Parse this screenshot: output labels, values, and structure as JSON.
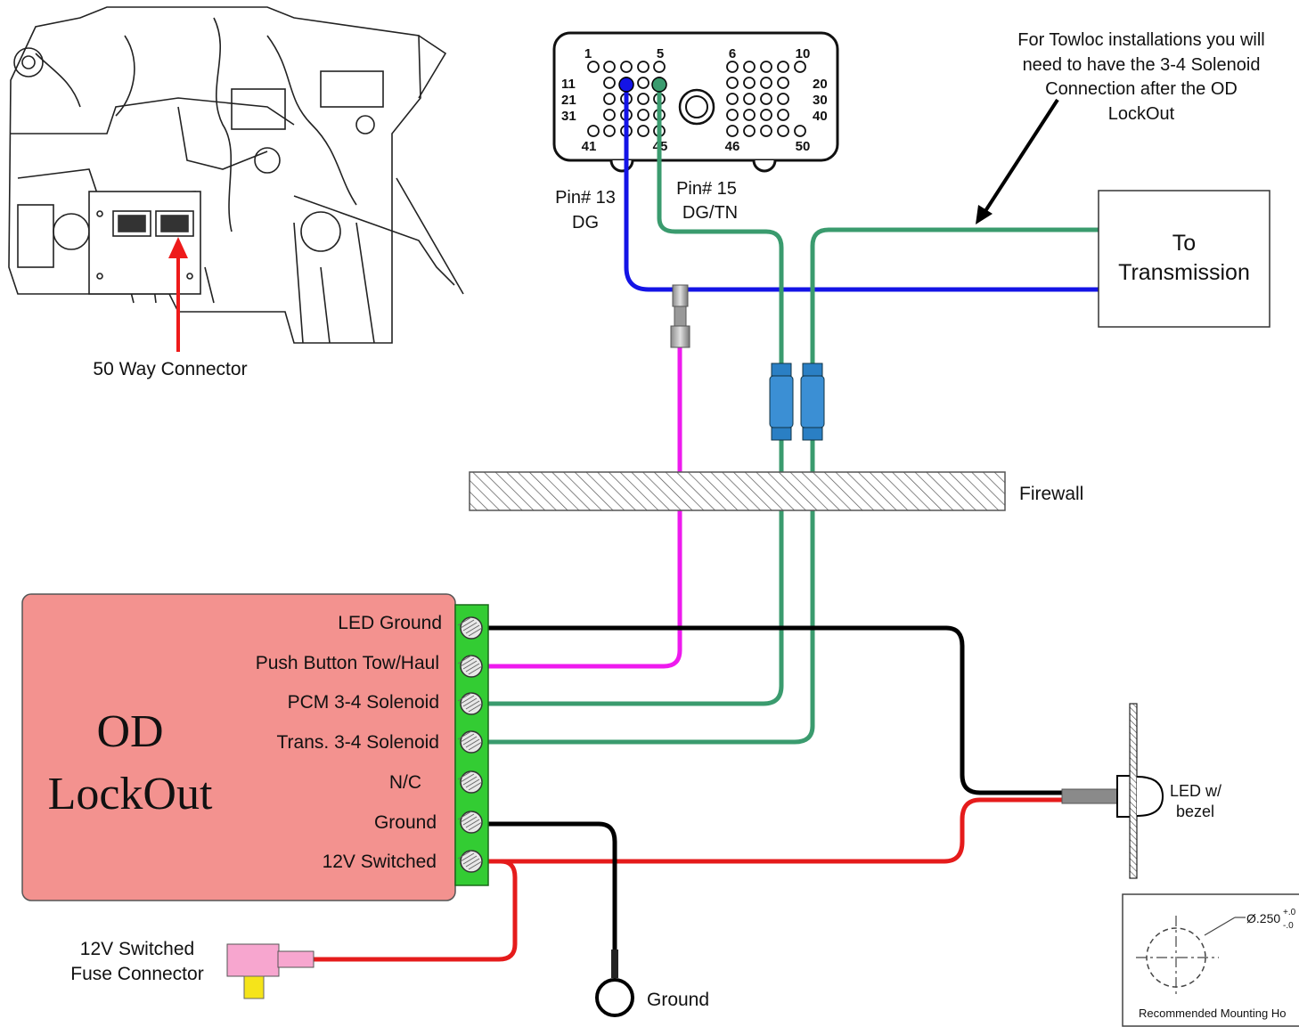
{
  "engine": {
    "connector_label": "50 Way Connector"
  },
  "connector": {
    "pin_numbers": [
      "1",
      "5",
      "6",
      "10",
      "11",
      "20",
      "21",
      "30",
      "31",
      "40",
      "41",
      "45",
      "46",
      "50"
    ]
  },
  "wires": {
    "pin13_label": "Pin# 13",
    "pin13_color": "DG",
    "pin15_label": "Pin# 15",
    "pin15_color": "DG/TN"
  },
  "note": {
    "lines": [
      "For Towloc installations you will",
      "need to have the 3-4 Solenoid",
      "Connection after the OD",
      "LockOut"
    ]
  },
  "transmission": {
    "lines": [
      "To",
      "Transmission"
    ]
  },
  "firewall": {
    "label": "Firewall"
  },
  "module": {
    "title_line1": "OD",
    "title_line2": "LockOut",
    "terminals": [
      "LED Ground",
      "Push Button Tow/Haul",
      "PCM 3-4 Solenoid",
      "Trans. 3-4 Solenoid",
      "N/C",
      "Ground",
      "12V Switched"
    ]
  },
  "led": {
    "lines": [
      "LED w/",
      "bezel"
    ]
  },
  "fuse": {
    "lines": [
      "12V Switched",
      "Fuse Connector"
    ]
  },
  "ground": {
    "label": "Ground"
  },
  "mounting": {
    "dimension": "Ø.250",
    "tol_plus": "+.0",
    "tol_minus": "-.0",
    "caption": "Recommended Mounting Ho"
  },
  "colors": {
    "wire_blue": "#1414e6",
    "wire_green": "#3a9b6e",
    "wire_magenta": "#ee1aee",
    "wire_red": "#e51b1b",
    "wire_black": "#000000",
    "module_fill": "#f3928f",
    "terminal_strip": "#33cc33",
    "inline_connector": "#2a7fc4"
  }
}
